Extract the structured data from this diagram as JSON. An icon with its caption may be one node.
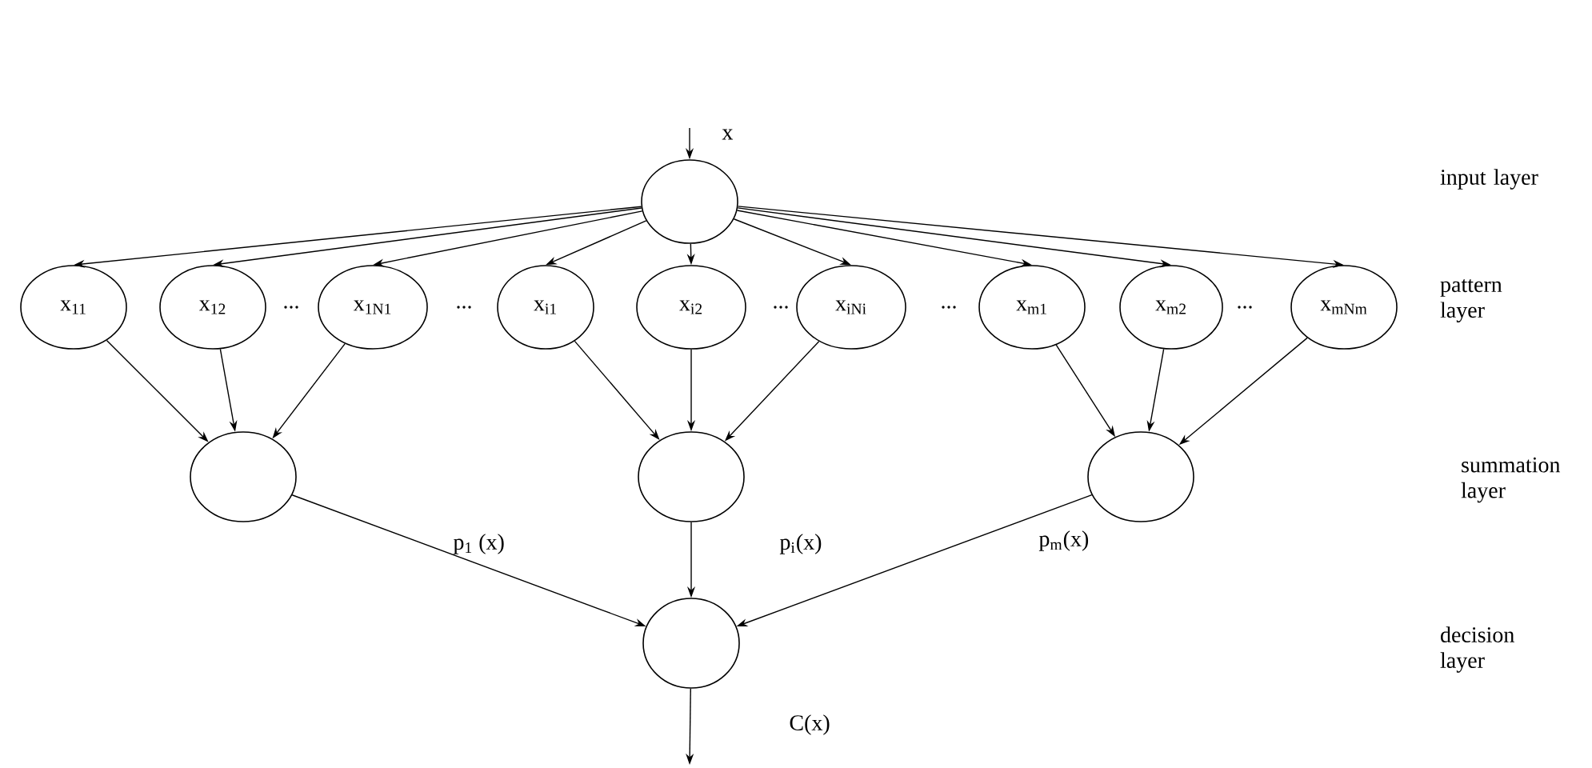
{
  "diagram": {
    "nodes": [
      {
        "text": [],
        "shape": "circle"
      },
      {
        "text": [
          "x$_{11}$"
        ]
      },
      {
        "text": [
          "x$_{12}$"
        ]
      },
      {
        "text": [
          "x$_{1N1}$"
        ]
      },
      {
        "text": [
          "x$_{i1}$"
        ]
      },
      {
        "text": [
          "x$_{i2}$"
        ]
      },
      {
        "text": [
          "x$_{iNi}$"
        ]
      },
      {
        "text": [
          "x$_{m1}$"
        ]
      },
      {
        "text": [
          "x$_{m2}$"
        ]
      },
      {
        "text": [
          "x$_{mNm}$"
        ]
      },
      {
        "text": [],
        "shape": "circle"
      },
      {
        "text": [],
        "shape": "circle"
      },
      {
        "text": [],
        "shape": "circle"
      },
      {
        "text": [],
        "shape": "circle"
      }
    ],
    "edges": [
      {
        "from": null,
        "to": 0,
        "arrow": "to",
        "label": "x"
      },
      {
        "from": 0,
        "to": 1,
        "arrow": "to"
      },
      {
        "from": 0,
        "to": 2,
        "arrow": "to"
      },
      {
        "from": 0,
        "to": 3,
        "arrow": "to"
      },
      {
        "from": 0,
        "to": 4,
        "arrow": "to"
      },
      {
        "from": 0,
        "to": 5,
        "arrow": "to"
      },
      {
        "from": 0,
        "to": 6,
        "arrow": "to"
      },
      {
        "from": 0,
        "to": 7,
        "arrow": "to"
      },
      {
        "from": 0,
        "to": 8,
        "arrow": "to"
      },
      {
        "from": 0,
        "to": 9,
        "arrow": "to"
      },
      {
        "from": 1,
        "to": 10,
        "arrow": "to"
      },
      {
        "from": 2,
        "to": 10,
        "arrow": "to"
      },
      {
        "from": 3,
        "to": 10,
        "arrow": "to"
      },
      {
        "from": 4,
        "to": 11,
        "arrow": "to"
      },
      {
        "from": 5,
        "to": 11,
        "arrow": "to"
      },
      {
        "from": 6,
        "to": 11,
        "arrow": "to"
      },
      {
        "from": 7,
        "to": 12,
        "arrow": "to"
      },
      {
        "from": 8,
        "to": 12,
        "arrow": "to"
      },
      {
        "from": 9,
        "to": 12,
        "arrow": "to"
      },
      {
        "from": 10,
        "to": 13,
        "arrow": "to",
        "label": "p$_{1}$ (x)"
      },
      {
        "from": 11,
        "to": 13,
        "arrow": "to",
        "label": "p$_{i}$(x)"
      },
      {
        "from": 12,
        "to": 13,
        "arrow": "to",
        "label": "p$_{m}$(x)"
      },
      {
        "from": 13,
        "to": null,
        "arrow": "to",
        "label": "C(x)"
      }
    ],
    "labels": [
      "input layer",
      "...",
      "...",
      "...",
      "...",
      "...",
      "pattern layer",
      "summation layer",
      "decision layer"
    ]
  }
}
